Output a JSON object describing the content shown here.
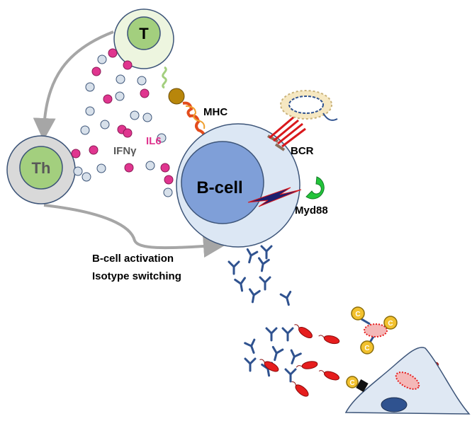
{
  "labels": {
    "t_cell": "T",
    "th_cell": "Th",
    "b_cell": "B-cell",
    "mhc": "MHC",
    "bcr": "BCR",
    "myd88": "Myd88",
    "il6": "IL6",
    "ifng": "IFNγ",
    "activation_line1": "B-cell activation",
    "activation_line2": "Isotype switching",
    "complement": "C"
  },
  "colors": {
    "cell_fill": "#dfe8f3",
    "cell_stroke": "#3c5478",
    "t_outer": "#edf5df",
    "t_inner": "#a3cf7e",
    "th_outer": "#d9d9d9",
    "th_inner": "#a3cf7e",
    "bcell_outer": "#dce7f4",
    "bcell_inner": "#7f9fd8",
    "cytokine_pink": "#e0358f",
    "cytokine_gray": "#d7e0ea",
    "antibody": "#2f528f",
    "pathogen": "#e61d1d",
    "complement": "#f2c12e",
    "myd88": "#22c43a",
    "mhc": "#e34c1c",
    "arrow": "#a6a6a6",
    "il6_text": "#e0358f",
    "ifng_text": "#595959"
  }
}
